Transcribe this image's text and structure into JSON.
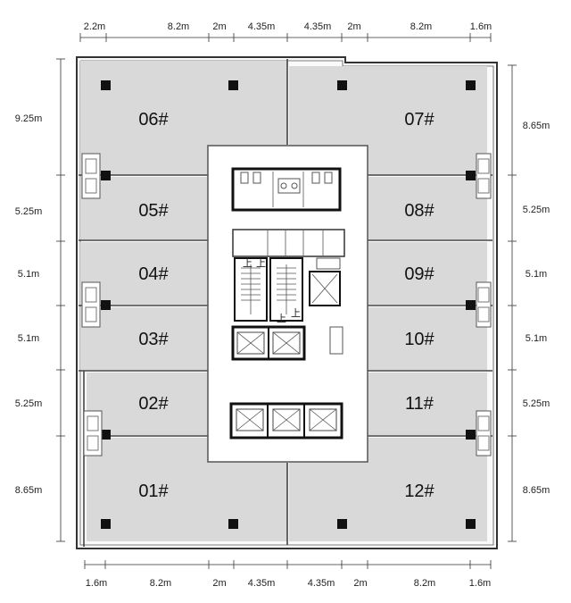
{
  "dims": {
    "top": [
      "2.2m",
      "8.2m",
      "2m",
      "4.35m",
      "4.35m",
      "2m",
      "8.2m",
      "1.6m"
    ],
    "bottom": [
      "1.6m",
      "8.2m",
      "2m",
      "4.35m",
      "4.35m",
      "2m",
      "8.2m",
      "1.6m"
    ],
    "left": [
      "9.25m",
      "5.25m",
      "5.1m",
      "5.1m",
      "5.25m",
      "8.65m"
    ],
    "right": [
      "8.65m",
      "5.25m",
      "5.1m",
      "5.1m",
      "5.25m",
      "8.65m"
    ]
  },
  "units": {
    "u01": "01#",
    "u02": "02#",
    "u03": "03#",
    "u04": "04#",
    "u05": "05#",
    "u06": "06#",
    "u07": "07#",
    "u08": "08#",
    "u09": "09#",
    "u10": "10#",
    "u11": "11#",
    "u12": "12#"
  },
  "stair_labels": {
    "up1": "上",
    "up2": "上",
    "up3": "上",
    "up4": "上"
  }
}
